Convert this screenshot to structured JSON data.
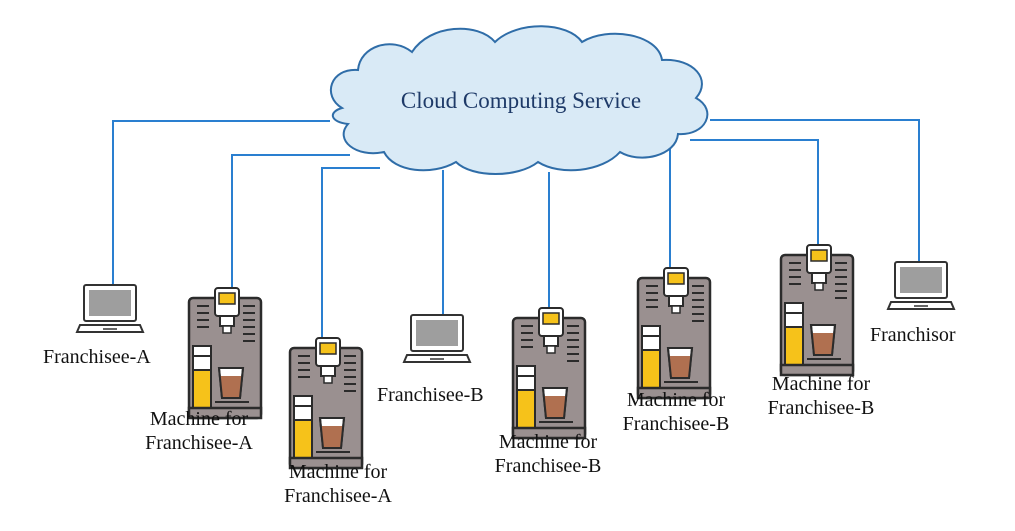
{
  "cloud": {
    "label": "Cloud Computing Service"
  },
  "nodes": {
    "laptop1": {
      "label": "Franchisee-A"
    },
    "machine1": {
      "line1": "Machine for",
      "line2": "Franchisee-A"
    },
    "machine2": {
      "line1": "Machine for",
      "line2": "Franchisee-A"
    },
    "laptop2": {
      "label": "Franchisee-B"
    },
    "machine3": {
      "line1": "Machine for",
      "line2": "Franchisee-B"
    },
    "machine4": {
      "line1": "Machine for",
      "line2": "Franchisee-B"
    },
    "machine5": {
      "line1": "Machine for",
      "line2": "Franchisee-B"
    },
    "laptop3": {
      "label": "Franchisor"
    }
  },
  "colors": {
    "line": "#2a7fd0",
    "cloud_fill": "#d9eaf6",
    "cloud_stroke": "#2f6da8",
    "machine_body": "#9a9090",
    "machine_outline": "#2b2b2b",
    "coffee": "#b07050",
    "accent_yellow": "#f6c21a"
  }
}
